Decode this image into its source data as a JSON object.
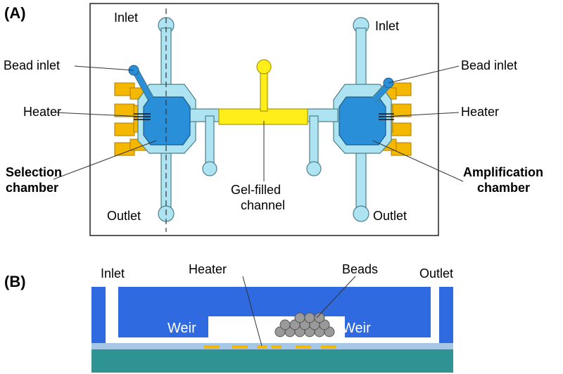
{
  "panel_a": {
    "tag": "(A)",
    "labels": {
      "inlet_left": "Inlet",
      "inlet_right": "Inlet",
      "bead_inlet_left": "Bead inlet",
      "bead_inlet_right": "Bead inlet",
      "heater_left": "Heater",
      "heater_right": "Heater",
      "selection_line1": "Selection",
      "selection_line2": "chamber",
      "amplification_line1": "Amplification",
      "amplification_line2": "chamber",
      "gel_line1": "Gel-filled",
      "gel_line2": "channel",
      "outlet_left": "Outlet",
      "outlet_right": "Outlet"
    }
  },
  "panel_b": {
    "tag": "(B)",
    "labels": {
      "inlet": "Inlet",
      "heater": "Heater",
      "beads": "Beads",
      "outlet": "Outlet",
      "weir_left": "Weir",
      "weir_right": "Weir"
    }
  },
  "colors": {
    "channel": "#aee4f2",
    "channel_outline": "#4a7f8c",
    "chamber": "#2a8fd9",
    "heater": "#f5b800",
    "gel": "#ffee1a",
    "pdms": "#2f6ae0",
    "substrate": "#2f9393",
    "glass": "#a6c7e6"
  }
}
